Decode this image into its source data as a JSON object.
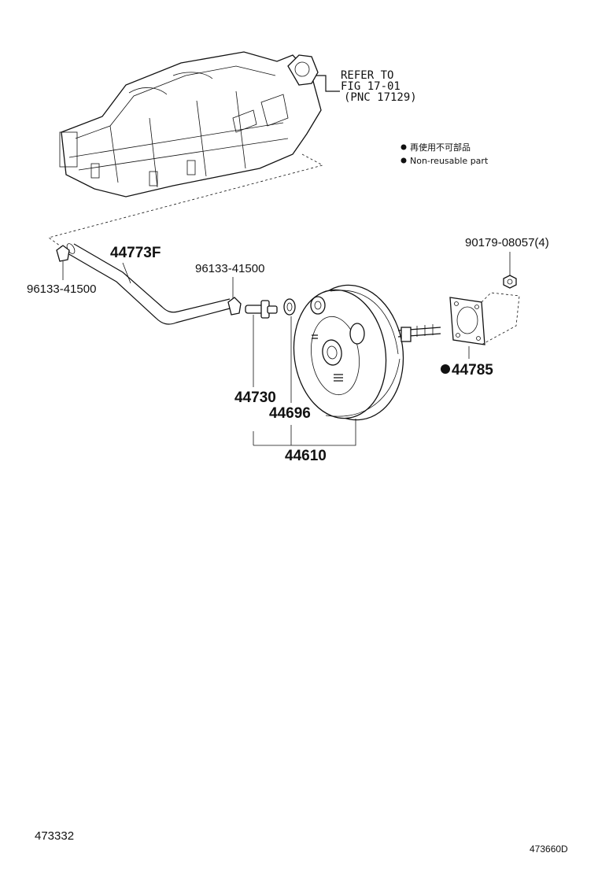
{
  "reference": {
    "line1": "REFER TO",
    "line2": "FIG 17-01",
    "line3": "(PNC 17129)"
  },
  "legend": {
    "japanese": "再使用不可部品",
    "english": "Non-reusable part"
  },
  "parts": {
    "hose": "44773F",
    "clip_left": "96133-41500",
    "clip_right": "96133-41500",
    "nut": "90179-08057(4)",
    "gasket": "44785",
    "check_valve": "44730",
    "grommet": "44696",
    "booster": "44610"
  },
  "footer": {
    "left_code": "473332",
    "right_code": "473660D"
  }
}
